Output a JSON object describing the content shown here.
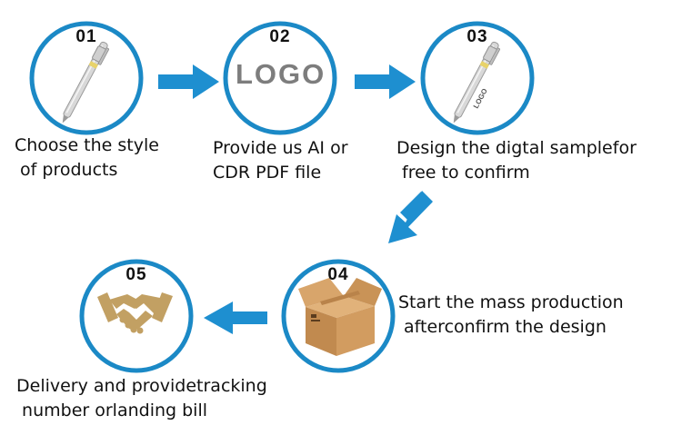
{
  "colors": {
    "circle_stroke": "#1b89c6",
    "arrow_fill": "#1e8fd0",
    "text": "#111111",
    "handshake": "#c2a063",
    "box": "#c9955c",
    "logo_text": "#7d7d7d"
  },
  "steps": [
    {
      "number": "01",
      "lines": [
        "Choose the style",
        " of products"
      ],
      "icon": "pen-icon"
    },
    {
      "number": "02",
      "lines": [
        "Provide us AI or",
        "CDR PDF file"
      ],
      "icon": "logo-placeholder",
      "logo_text": "LOGO"
    },
    {
      "number": "03",
      "lines": [
        "Design the digtal samplefor",
        " free to confirm"
      ],
      "icon": "pen-with-logo-icon",
      "pen_logo_text": "LOGO"
    },
    {
      "number": "04",
      "lines": [
        "Start the mass production",
        " afterconfirm the design"
      ],
      "icon": "cardboard-box-icon"
    },
    {
      "number": "05",
      "lines": [
        "Delivery and providetracking",
        " number orlanding bill"
      ],
      "icon": "handshake-icon"
    }
  ]
}
